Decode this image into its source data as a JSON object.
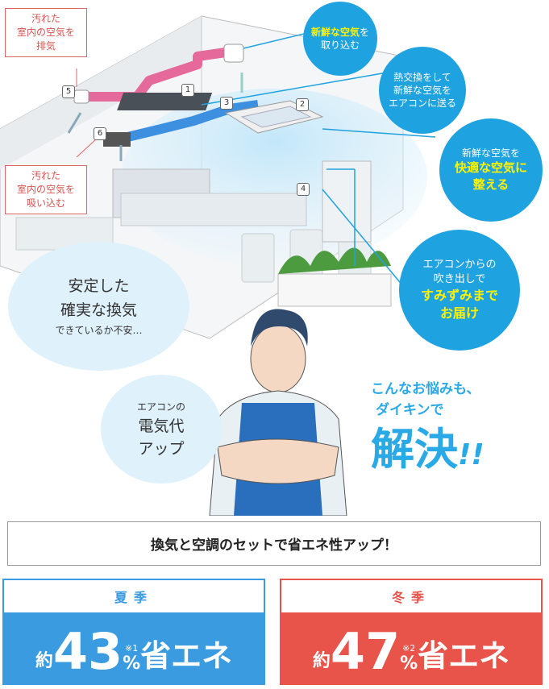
{
  "callouts": {
    "exhaust": [
      "汚れた",
      "室内の空気を",
      "排気"
    ],
    "intake": [
      "汚れた",
      "室内の空気を",
      "吸い込む"
    ]
  },
  "bubbles": {
    "b1": {
      "line1": "新鮮な空気",
      "line1_suffix": "を",
      "line2": "取り込む"
    },
    "b2": {
      "line1": "熱交換をして",
      "line2": "新鮮な空気を",
      "line3": "エアコンに送る"
    },
    "b3": {
      "line1": "新鮮な空気を",
      "line2": "快適な空気に",
      "line3": "整える"
    },
    "b4": {
      "line1": "エアコンからの",
      "line2": "吹き出しで",
      "line3": "すみずみまで",
      "line4": "お届け"
    }
  },
  "markers": [
    "1",
    "2",
    "3",
    "4",
    "5",
    "6"
  ],
  "thoughts": {
    "t1": {
      "line1": "安定した",
      "line2": "確実な換気",
      "line3": "できているか不安…"
    },
    "t2": {
      "line1": "エアコンの",
      "line2": "電気代",
      "line3": "アップ"
    }
  },
  "solution": {
    "line1": "こんなお悩みも、",
    "line2": "ダイキンで",
    "big": "解決",
    "mark": "!!"
  },
  "banner": "換気と空調のセットで省エネ性アップ！",
  "summer": {
    "title": "夏季",
    "prefix": "約",
    "value": "43",
    "note": "※1",
    "unit": "%",
    "suffix": "省エネ"
  },
  "winter": {
    "title": "冬季",
    "prefix": "約",
    "value": "47",
    "note": "※2",
    "unit": "%",
    "suffix": "省エネ"
  },
  "colors": {
    "blue": "#3a9be0",
    "red": "#e8534a",
    "bubble": "#1fa2e0",
    "highlight": "#fff200",
    "pink_duct": "#e56a9b",
    "blue_duct": "#3d8fe0"
  }
}
